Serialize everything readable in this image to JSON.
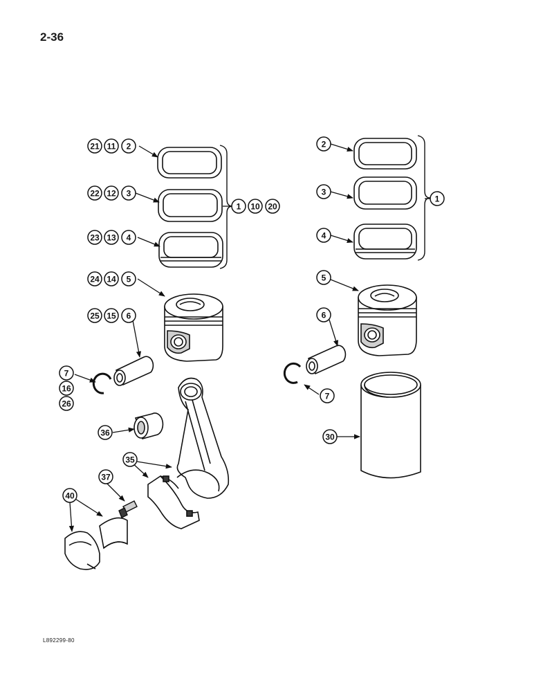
{
  "page_number": "2-36",
  "figure_code": "L892299-80",
  "callouts": [
    {
      "id": "c21a",
      "label": "21"
    },
    {
      "id": "c11a",
      "label": "11"
    },
    {
      "id": "c2a",
      "label": "2"
    },
    {
      "id": "c22a",
      "label": "22"
    },
    {
      "id": "c12a",
      "label": "12"
    },
    {
      "id": "c3a",
      "label": "3"
    },
    {
      "id": "c23a",
      "label": "23"
    },
    {
      "id": "c13a",
      "label": "13"
    },
    {
      "id": "c4a",
      "label": "4"
    },
    {
      "id": "c1a",
      "label": "1"
    },
    {
      "id": "c10a",
      "label": "10"
    },
    {
      "id": "c20a",
      "label": "20"
    },
    {
      "id": "c24a",
      "label": "24"
    },
    {
      "id": "c14a",
      "label": "14"
    },
    {
      "id": "c5a",
      "label": "5"
    },
    {
      "id": "c25a",
      "label": "25"
    },
    {
      "id": "c15a",
      "label": "15"
    },
    {
      "id": "c6a",
      "label": "6"
    },
    {
      "id": "c7a",
      "label": "7"
    },
    {
      "id": "c16a",
      "label": "16"
    },
    {
      "id": "c26a",
      "label": "26"
    },
    {
      "id": "c36",
      "label": "36"
    },
    {
      "id": "c35",
      "label": "35"
    },
    {
      "id": "c37",
      "label": "37"
    },
    {
      "id": "c40",
      "label": "40"
    },
    {
      "id": "c2b",
      "label": "2"
    },
    {
      "id": "c3b",
      "label": "3"
    },
    {
      "id": "c4b",
      "label": "4"
    },
    {
      "id": "c1b",
      "label": "1"
    },
    {
      "id": "c5b",
      "label": "5"
    },
    {
      "id": "c6b",
      "label": "6"
    },
    {
      "id": "c7b",
      "label": "7"
    },
    {
      "id": "c30",
      "label": "30"
    }
  ],
  "colors": {
    "ink": "#111111",
    "fill": "#ffffff",
    "shade": "#cfcfcf",
    "dark": "#3a3a3a"
  }
}
